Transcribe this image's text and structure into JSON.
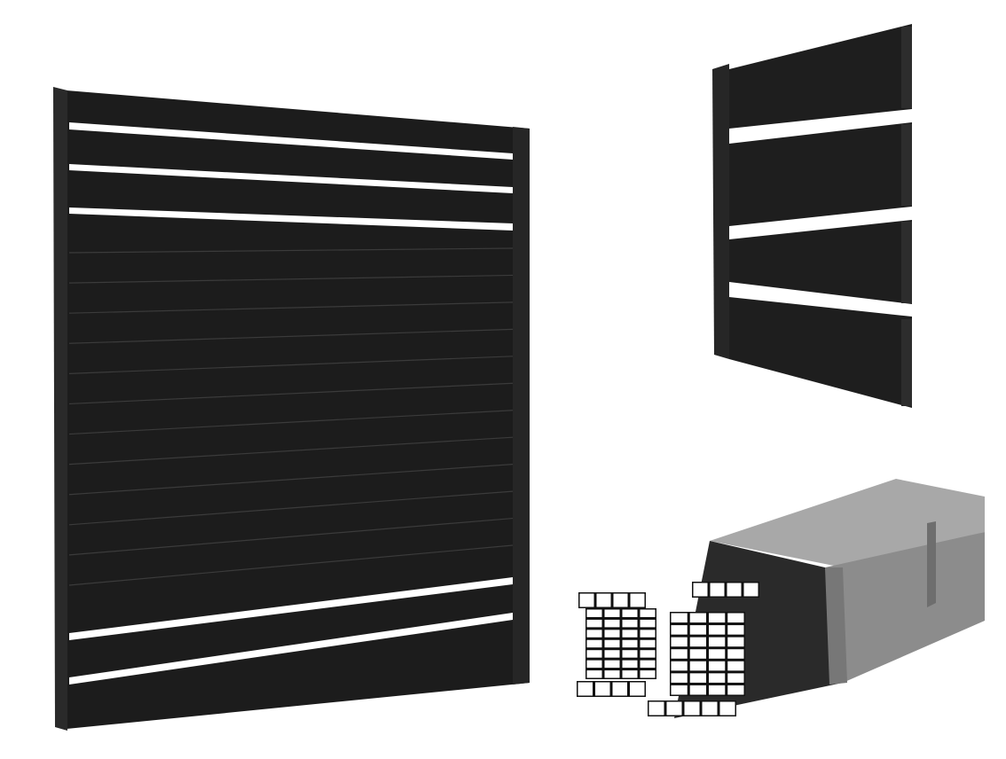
{
  "product_image": {
    "items": [
      "fence-panel-slatted",
      "fence-boards-with-post",
      "packaged-profiles-box"
    ],
    "colors": {
      "background": "#ffffff",
      "panel": "#1f1f1f",
      "panel_line": "#3a3a3a",
      "box": "#8c8c8c",
      "box_dark": "#6e6e6e"
    }
  }
}
